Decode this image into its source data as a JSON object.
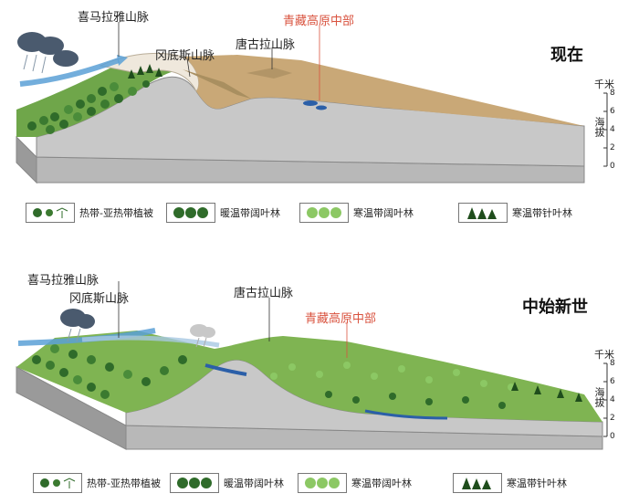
{
  "top_panel": {
    "era": "现在",
    "labels": {
      "himalaya": "喜马拉雅山脉",
      "gangdise": "冈底斯山脉",
      "tanggula": "唐古拉山脉",
      "central_plateau": "青藏高原中部"
    },
    "scale": {
      "unit": "千米",
      "axis": "海拔",
      "ticks": [
        "8",
        "6",
        "4",
        "2",
        "0"
      ]
    }
  },
  "bottom_panel": {
    "era": "中始新世",
    "labels": {
      "himalaya": "喜马拉雅山脉",
      "gangdise": "冈底斯山脉",
      "tanggula": "唐古拉山脉",
      "central_plateau": "青藏高原中部"
    },
    "scale": {
      "unit": "千米",
      "axis": "海拔",
      "ticks": [
        "8",
        "6",
        "4",
        "2",
        "0"
      ]
    }
  },
  "legend": [
    {
      "icon": "tropical-vegetation-icon",
      "label": "热带-亚热带植被"
    },
    {
      "icon": "warm-temperate-broadleaf-icon",
      "label": "暖温带阔叶林"
    },
    {
      "icon": "cold-temperate-broadleaf-icon",
      "label": "寒温带阔叶林"
    },
    {
      "icon": "cold-temperate-conifer-icon",
      "label": "寒温带针叶林"
    }
  ],
  "colors": {
    "base_block": "#c8c8c8",
    "plateau_sand": "#c9a877",
    "forest_dark": "#2f6b2a",
    "forest_light": "#8cc864",
    "moisture_flow": "#5aa0d6",
    "cloud": "#4a5a6e",
    "highlight_red": "#d9533f"
  }
}
